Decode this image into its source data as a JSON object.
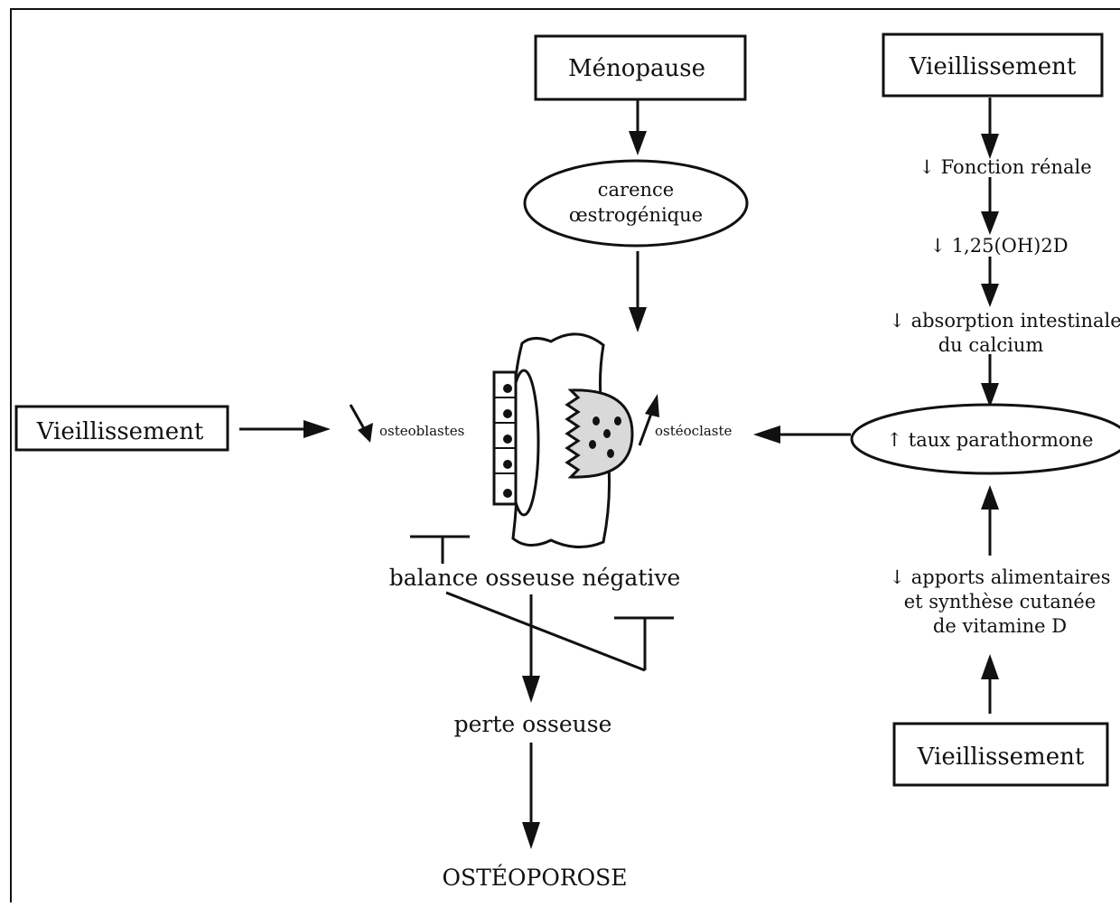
{
  "diagram": {
    "boxes": {
      "menopause": "Ménopause",
      "aging_top": "Vieillissement",
      "aging_left": "Vieillissement",
      "aging_bottom": "Vieillissement"
    },
    "ellipses": {
      "estrogen_line1": "carence",
      "estrogen_line2": "œstrogénique",
      "pth": "↑ taux parathormone"
    },
    "right_chain": {
      "renal": "↓ Fonction rénale",
      "vitd": "↓ 1,25(OH)2D",
      "absorption_line1": "↓ absorption intestinale",
      "absorption_line2": "du calcium",
      "intake_line1": "↓ apports alimentaires",
      "intake_line2": "et synthèse cutanée",
      "intake_line3": "de vitamine D"
    },
    "cells": {
      "osteoblasts": "osteoblastes",
      "osteoclast": "ostéoclaste"
    },
    "center_chain": {
      "balance": "balance osseuse négative",
      "loss": "perte osseuse",
      "osteoporosis": "OSTÉOPOROSE"
    }
  }
}
